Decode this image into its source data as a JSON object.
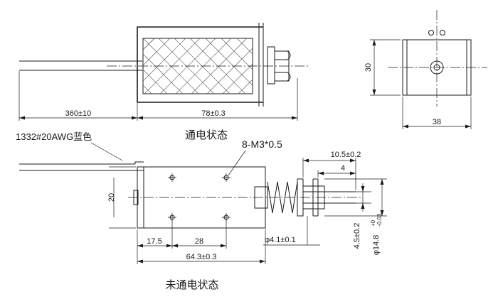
{
  "captions": {
    "energized": "通电状态",
    "de_energized": "未通电状态"
  },
  "labels": {
    "wire_spec": "1332#20AWG蓝色",
    "mount_holes": "8-M3*0.5"
  },
  "top_view": {
    "lead_length": "360±10",
    "body_length": "78±0.3"
  },
  "end_view": {
    "height": "30",
    "width": "38"
  },
  "side_view": {
    "height": "20",
    "hole_offset": "17.5",
    "hole_pitch": "28",
    "body_length": "64.3±0.3",
    "plunger_travel": "10.5±0.2",
    "stroke": "4",
    "pin_diameter": "φ4.1±0.1",
    "shaft_offset": "4.5±0.2",
    "shaft_diameter": "φ14.8",
    "shaft_tol_upper": "+0",
    "shaft_tol_lower": "-0.03"
  }
}
